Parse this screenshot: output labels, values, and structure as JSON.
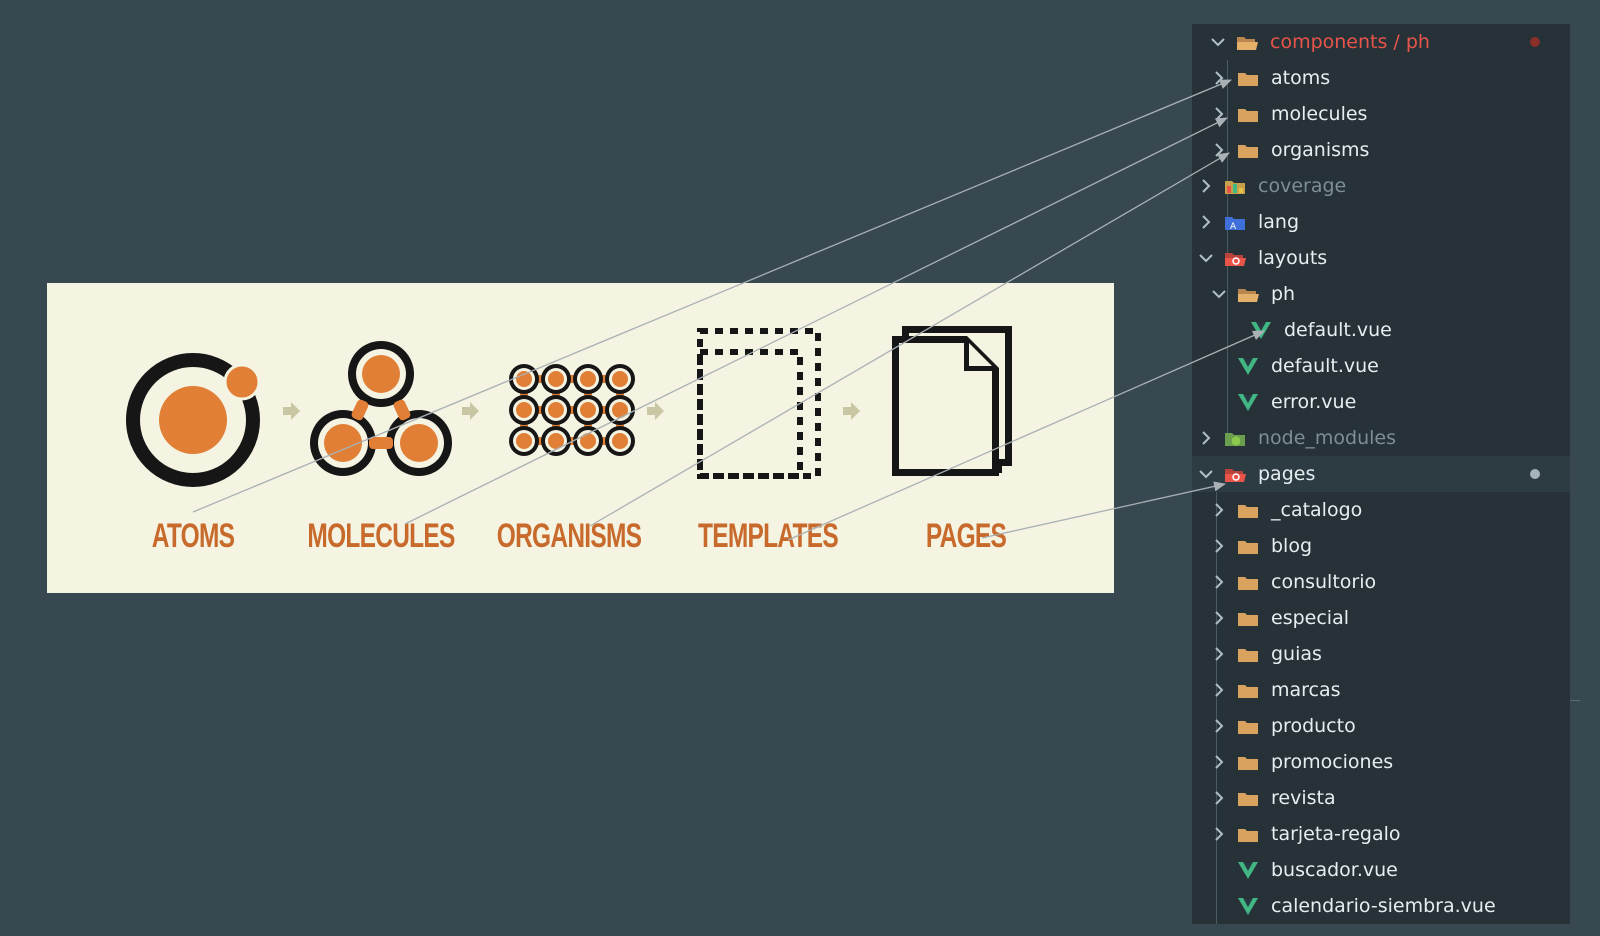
{
  "stages": [
    {
      "id": "atoms",
      "label": "ATOMS"
    },
    {
      "id": "molecules",
      "label": "MOLECULES"
    },
    {
      "id": "organisms",
      "label": "ORGANISMS"
    },
    {
      "id": "templates",
      "label": "TEMPLATES"
    },
    {
      "id": "pages",
      "label": "PAGES"
    }
  ],
  "tree": {
    "root": "components / ph",
    "items": [
      {
        "label": "atoms"
      },
      {
        "label": "molecules"
      },
      {
        "label": "organisms"
      },
      {
        "label": "coverage"
      },
      {
        "label": "lang"
      },
      {
        "label": "layouts"
      },
      {
        "label": "ph"
      },
      {
        "label": "default.vue"
      },
      {
        "label": "default.vue"
      },
      {
        "label": "error.vue"
      },
      {
        "label": "node_modules"
      },
      {
        "label": "pages"
      },
      {
        "label": "_catalogo"
      },
      {
        "label": "blog"
      },
      {
        "label": "consultorio"
      },
      {
        "label": "especial"
      },
      {
        "label": "guias"
      },
      {
        "label": "marcas"
      },
      {
        "label": "producto"
      },
      {
        "label": "promociones"
      },
      {
        "label": "revista"
      },
      {
        "label": "tarjeta-regalo"
      },
      {
        "label": "buscador.vue"
      },
      {
        "label": "calendario-siembra.vue"
      }
    ]
  },
  "colors": {
    "background": "#384850",
    "panel": "#f5f3e1",
    "orange": "#e07f35",
    "label_orange": "#c86a2c",
    "tree_bg": "#263238",
    "folder": "#d9a35f",
    "vue_green": "#41b883",
    "accent_red": "#e8544a"
  }
}
